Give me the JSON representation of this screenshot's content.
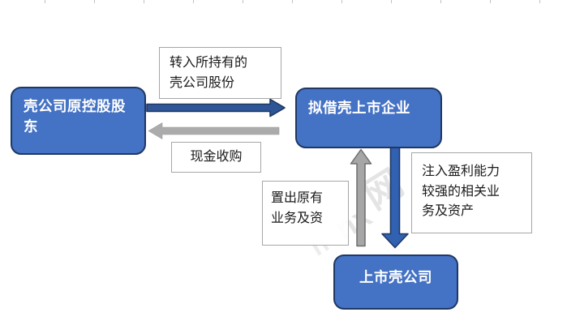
{
  "diagram": {
    "type": "flow-diagram",
    "topic": "borrowed-shell listing (reverse merger) structure",
    "nodes": {
      "original_shareholder": {
        "label": "壳公司原控股股东"
      },
      "backdoor_company": {
        "label": "拟借壳上市企业"
      },
      "listed_shell": {
        "label": "上市壳公司"
      }
    },
    "edge_labels": {
      "transfer": {
        "lines": [
          "转入所持有的",
          "壳公司股份"
        ]
      },
      "cash": {
        "lines": [
          "现金收购"
        ]
      },
      "divest": {
        "lines": [
          "置出原有",
          "业务及资"
        ]
      },
      "inject": {
        "lines": [
          "注入盈利能力",
          "较强的相关业",
          "务及资产"
        ]
      }
    },
    "edges": [
      {
        "from": "original_shareholder",
        "to": "backdoor_company",
        "style": "blue-right-arrow",
        "label": "transfer"
      },
      {
        "from": "backdoor_company",
        "to": "original_shareholder",
        "style": "gray-left-arrow",
        "label": "cash"
      },
      {
        "from": "listed_shell",
        "to": "backdoor_company",
        "style": "gray-up-arrow",
        "label": "divest"
      },
      {
        "from": "backdoor_company",
        "to": "listed_shell",
        "style": "blue-down-arrow",
        "label": "inject"
      }
    ],
    "watermark_fragments": [
      {
        "glyph": "网"
      },
      {
        "glyph": "nx"
      },
      {
        "glyph": "n"
      }
    ],
    "colors": {
      "node_fill": "#4472C4",
      "node_border": "#1F3864",
      "node_text": "#FFFFFF",
      "arrow_blue": "#2F5597",
      "arrow_blue_bright": "#3161B1",
      "arrow_gray": "#A9A9A9",
      "label_border": "#A6A6A6",
      "label_text": "#1A1A1A"
    }
  }
}
